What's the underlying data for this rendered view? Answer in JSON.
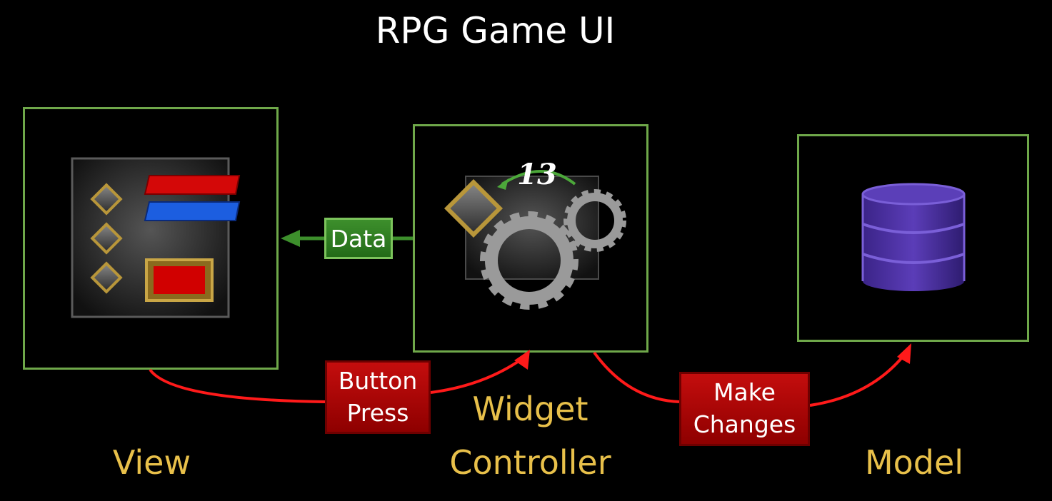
{
  "title": "RPG Game UI",
  "labels": {
    "view": "View",
    "widget": "Widget",
    "controller": "Controller",
    "model": "Model"
  },
  "boxes": {
    "data": "Data",
    "button_press_line1": "Button",
    "button_press_line2": "Press",
    "make_changes_line1": "Make",
    "make_changes_line2": "Changes"
  },
  "controller_widget": {
    "counter": "13"
  },
  "colors": {
    "background": "#000000",
    "panel_border": "#6fa84a",
    "label": "#e8c04a",
    "arrow_red": "#ff1a1a",
    "arrow_green": "#3d8f2c",
    "database": "#5a3bb0"
  },
  "icons": [
    "hud-panel-icon",
    "gears-icon",
    "database-icon"
  ]
}
